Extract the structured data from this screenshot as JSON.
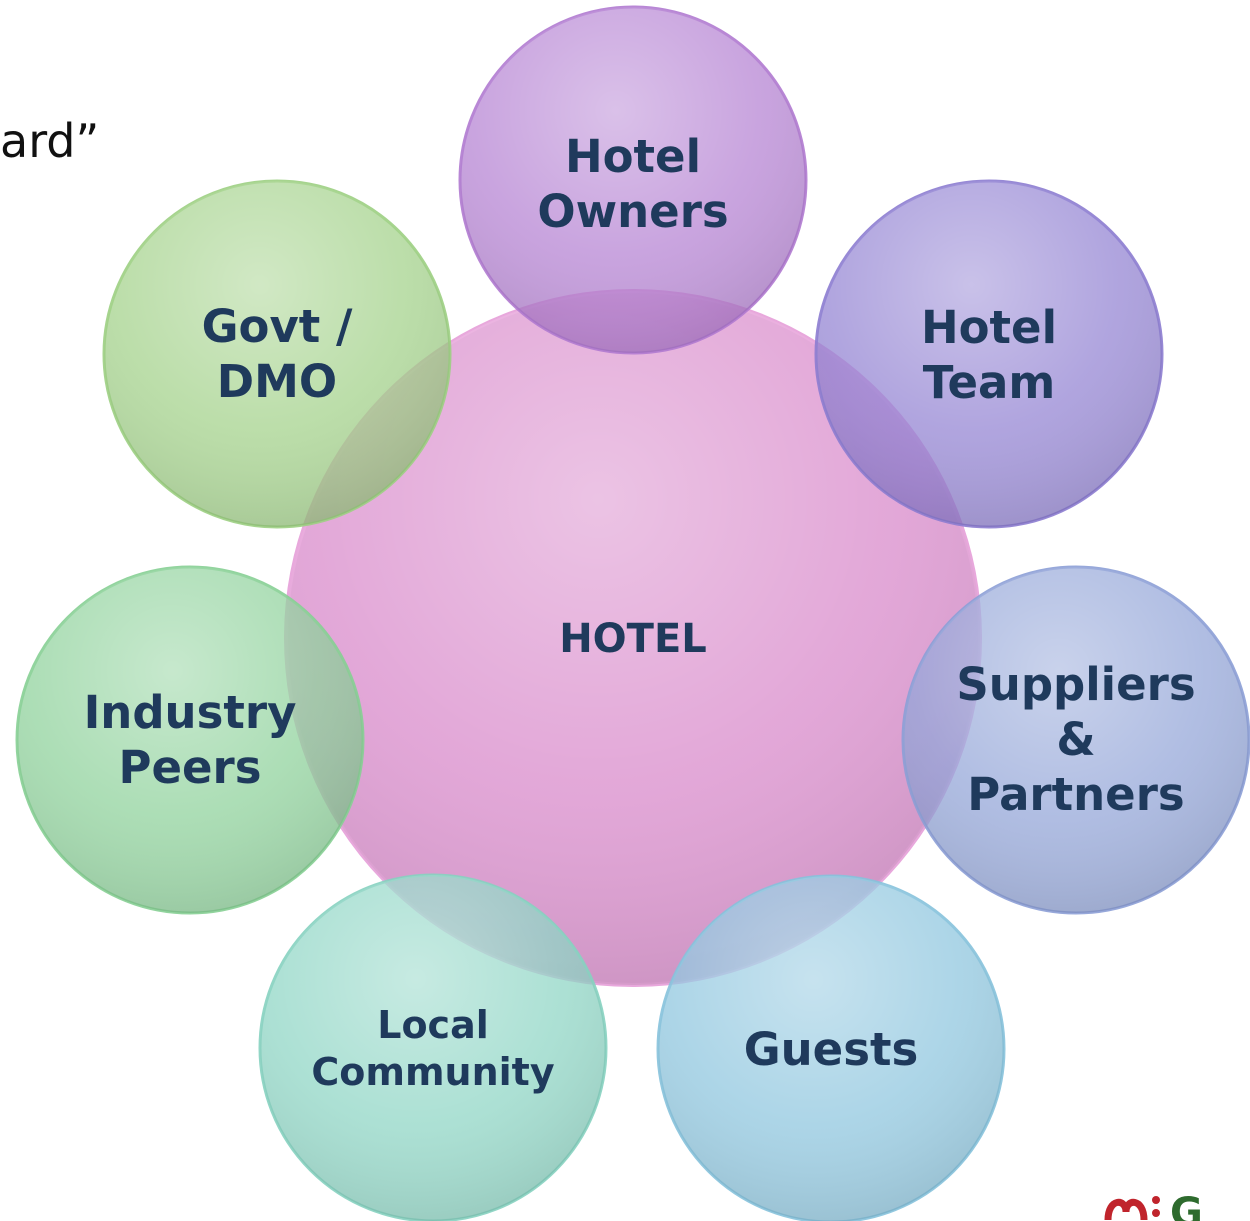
{
  "title_fragment": "ard”",
  "center": {
    "label": [
      "HOTEL"
    ],
    "color": "#d98ccc"
  },
  "stakeholders": [
    {
      "key": "owners",
      "label": [
        "Hotel",
        "Owners"
      ],
      "color": "#b07ad0"
    },
    {
      "key": "team",
      "label": [
        "Hotel",
        "Team"
      ],
      "color": "#8c7cd0"
    },
    {
      "key": "suppliers",
      "label": [
        "Suppliers",
        "&",
        "Partners"
      ],
      "color": "#8c9fd6"
    },
    {
      "key": "guests",
      "label": [
        "Guests"
      ],
      "color": "#86c2dc"
    },
    {
      "key": "community",
      "label": [
        "Local",
        "Community"
      ],
      "color": "#86d2c0"
    },
    {
      "key": "peers",
      "label": [
        "Industry",
        "Peers"
      ],
      "color": "#86cf94"
    },
    {
      "key": "govt",
      "label": [
        "Govt /",
        "DMO"
      ],
      "color": "#9ccf82"
    }
  ],
  "logo_text": "G",
  "logo_color": "#c0242c"
}
